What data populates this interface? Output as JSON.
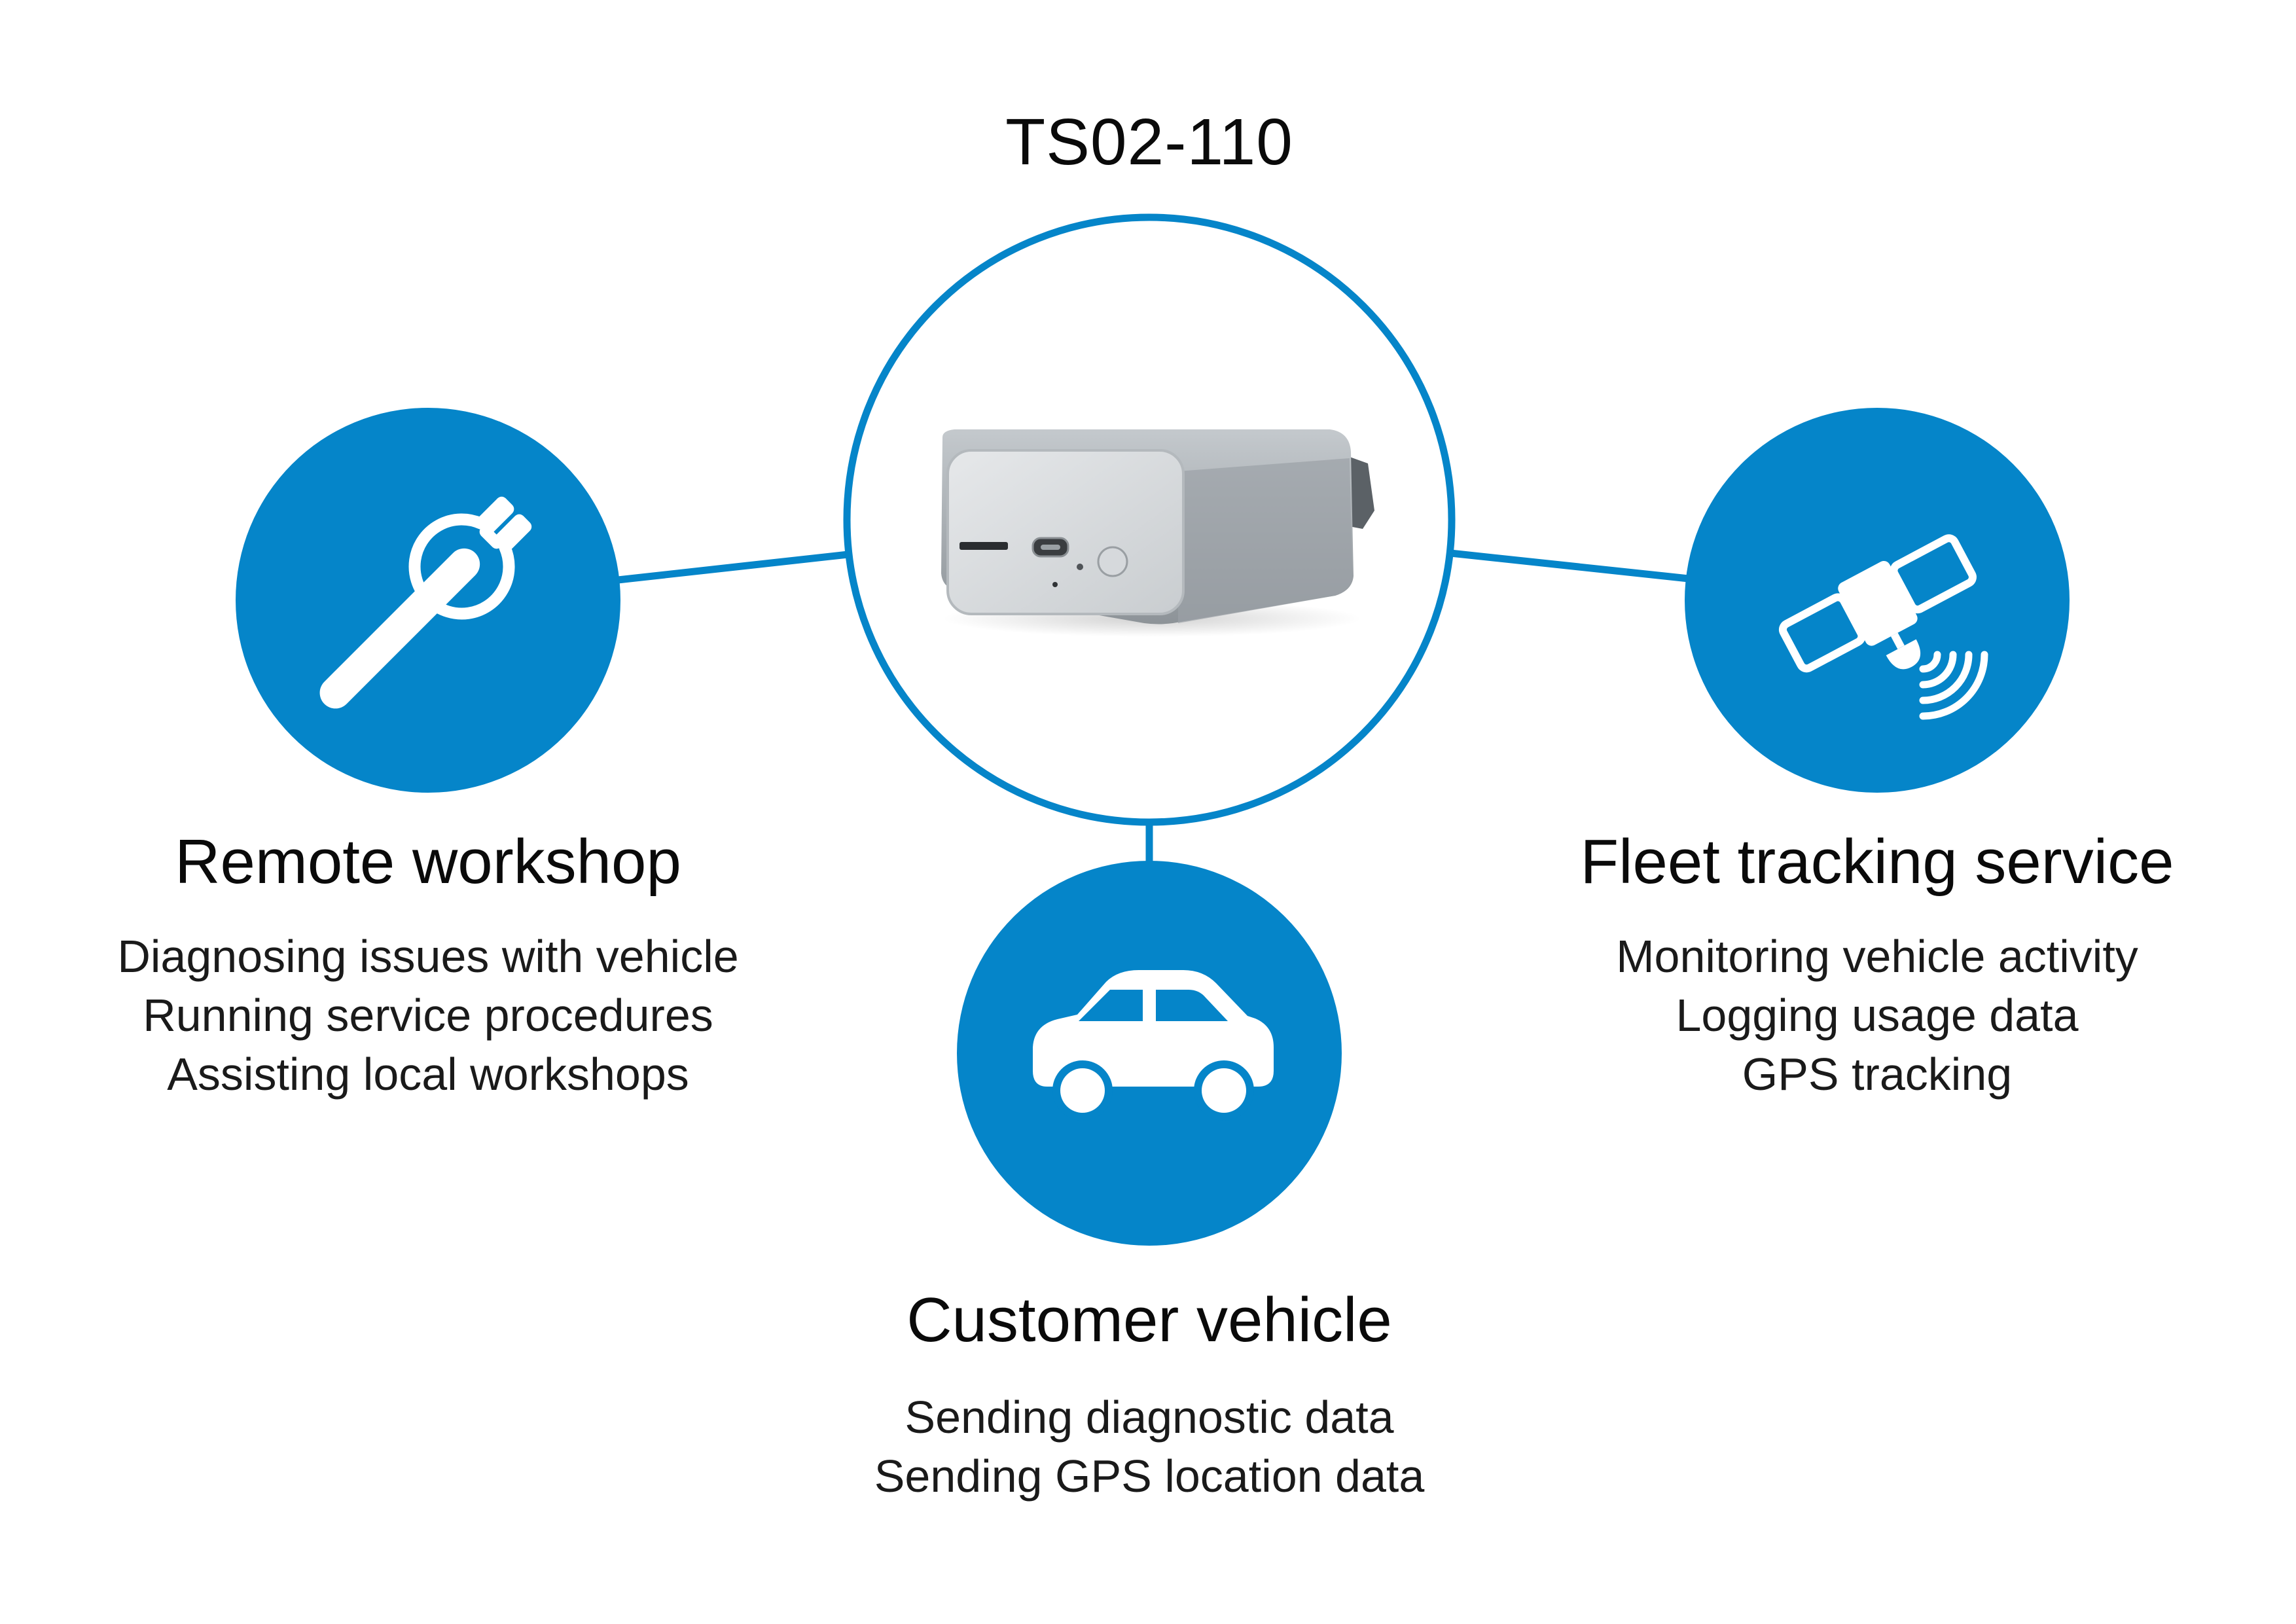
{
  "title": "TS02-110",
  "colors": {
    "accent": "#0585c9",
    "icon": "#ffffff",
    "device_body": "#a6adb3",
    "device_face": "#d8dbde",
    "device_shadow": "#74797e"
  },
  "center": {
    "icon": "device-image"
  },
  "nodes": {
    "workshop": {
      "icon": "wrench-icon",
      "heading": "Remote workshop",
      "lines": [
        "Diagnosing issues with vehicle",
        "Running service procedures",
        "Assisting local workshops"
      ]
    },
    "fleet": {
      "icon": "satellite-icon",
      "heading": "Fleet tracking service",
      "lines": [
        "Monitoring vehicle activity",
        "Logging usage data",
        "GPS tracking"
      ]
    },
    "vehicle": {
      "icon": "car-icon",
      "heading": "Customer vehicle",
      "lines": [
        "Sending diagnostic data",
        "Sending GPS location data"
      ]
    }
  }
}
